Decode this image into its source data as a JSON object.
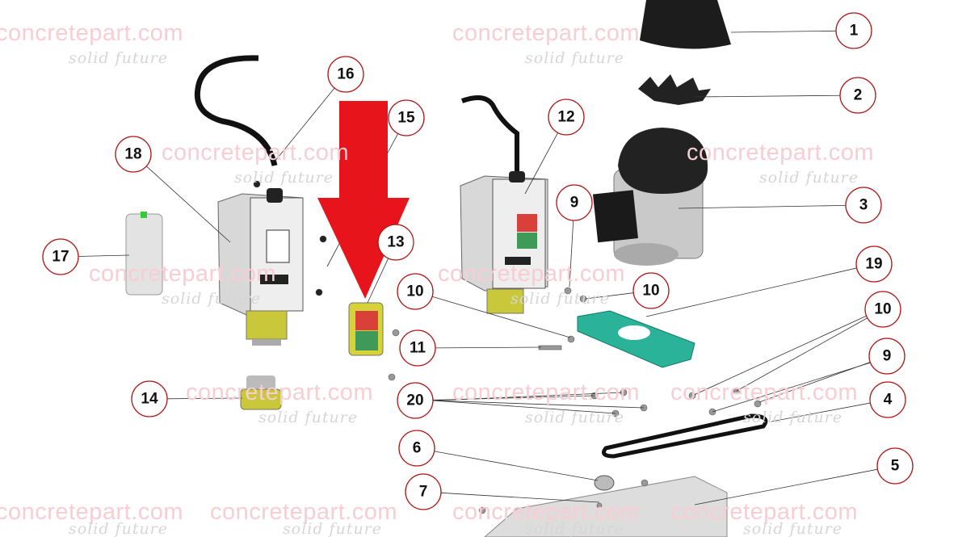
{
  "watermark": {
    "brand": "concretepart.com",
    "tagline": "solid future"
  },
  "highlight_arrow": {
    "color": "#e8141c",
    "target_part": "13"
  },
  "callouts": [
    "1",
    "2",
    "3",
    "4",
    "5",
    "6",
    "7",
    "9",
    "9",
    "10",
    "10",
    "10",
    "11",
    "12",
    "13",
    "14",
    "15",
    "16",
    "17",
    "18",
    "19",
    "20"
  ],
  "colors": {
    "callout_border": "#b01818",
    "base_plate": "#2bb39a",
    "gland": "#c8c83a",
    "switch_red": "#d9403a",
    "switch_green": "#3f9a5a"
  }
}
